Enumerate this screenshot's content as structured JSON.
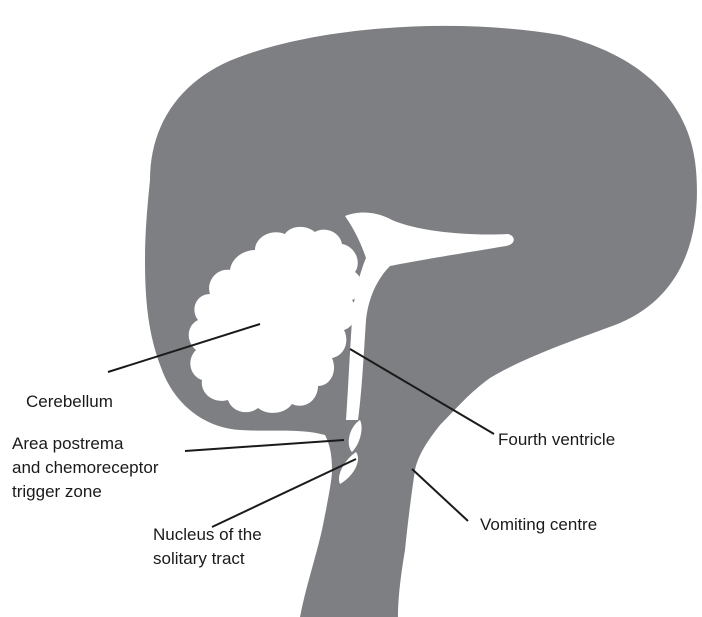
{
  "colors": {
    "brain": "#7e7f82",
    "cavity": "#ffffff",
    "leader_line": "#1a1a1a",
    "text": "#1a1a1a"
  },
  "labels": {
    "cerebellum": "Cerebellum",
    "area_postrema_line1": "Area postrema",
    "area_postrema_line2": "and chemoreceptor",
    "area_postrema_line3": "trigger zone",
    "nucleus_line1": "Nucleus of the",
    "nucleus_line2": "solitary tract",
    "fourth_ventricle": "Fourth ventricle",
    "vomiting_centre": "Vomiting centre"
  }
}
